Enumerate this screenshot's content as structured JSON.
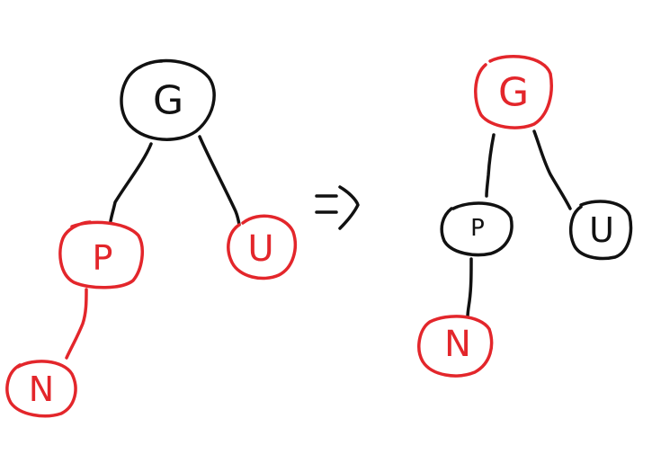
{
  "colors": {
    "red": "#e3262b",
    "black": "#111111"
  },
  "before": {
    "nodes": {
      "g": {
        "label": "G",
        "color": "black"
      },
      "p": {
        "label": "P",
        "color": "red"
      },
      "u": {
        "label": "U",
        "color": "red"
      },
      "n": {
        "label": "N",
        "color": "red"
      }
    },
    "edges": [
      {
        "from": "g",
        "to": "p"
      },
      {
        "from": "g",
        "to": "u"
      },
      {
        "from": "p",
        "to": "n"
      }
    ]
  },
  "after": {
    "nodes": {
      "g": {
        "label": "G",
        "color": "red"
      },
      "p": {
        "label": "P",
        "color": "black"
      },
      "u": {
        "label": "U",
        "color": "black"
      },
      "n": {
        "label": "N",
        "color": "red"
      }
    },
    "edges": [
      {
        "from": "g",
        "to": "p"
      },
      {
        "from": "g",
        "to": "u"
      },
      {
        "from": "p",
        "to": "n"
      }
    ]
  },
  "transition": {
    "symbol": "⇒"
  }
}
